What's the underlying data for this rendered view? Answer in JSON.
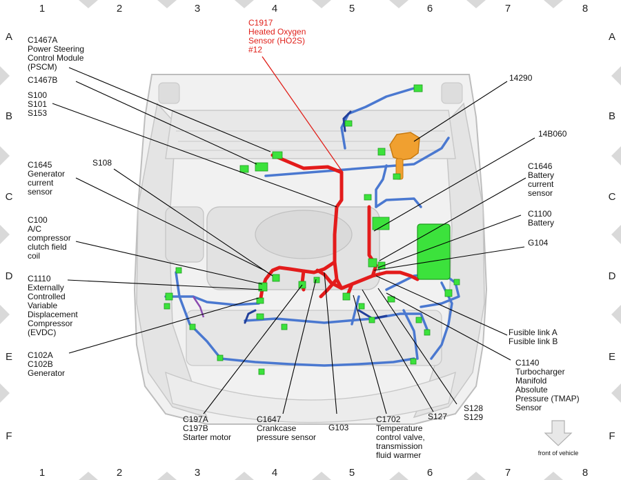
{
  "grid": {
    "columns": [
      "1",
      "2",
      "3",
      "4",
      "5",
      "6",
      "7",
      "8"
    ],
    "rows": [
      "A",
      "B",
      "C",
      "D",
      "E",
      "F"
    ]
  },
  "labels": {
    "c1917": [
      "C1917",
      "Heated Oxygen",
      "Sensor (HO2S)",
      "#12"
    ],
    "c1467a": [
      "C1467A",
      "Power Steering",
      "Control Module",
      "(PSCM)"
    ],
    "c1467b": [
      "C1467B"
    ],
    "s100": [
      "S100",
      "S101",
      "S153"
    ],
    "c1645": [
      "C1645",
      "Generator",
      "current",
      "sensor"
    ],
    "s108": [
      "S108"
    ],
    "c100": [
      "C100",
      "A/C",
      "compressor",
      "clutch field",
      "coil"
    ],
    "c1110": [
      "C1110",
      "Externally",
      "Controlled",
      "Variable",
      "Displacement",
      "Compressor",
      "(EVDC)"
    ],
    "c102": [
      "C102A",
      "C102B",
      "Generator"
    ],
    "c197": [
      "C197A",
      "C197B",
      "Starter motor"
    ],
    "c1647": [
      "C1647",
      "Crankcase",
      "pressure sensor"
    ],
    "g103": [
      "G103"
    ],
    "c1702": [
      "C1702",
      "Temperature",
      "control valve,",
      "transmission",
      "fluid warmer"
    ],
    "s127": [
      "S127"
    ],
    "s128": [
      "S128",
      "S129"
    ],
    "c1140": [
      "C1140",
      "Turbocharger",
      "Manifold",
      "Absolute",
      "Pressure (TMAP)",
      "Sensor"
    ],
    "fusible": [
      "Fusible link A",
      "Fusible link B"
    ],
    "g104": [
      "G104"
    ],
    "c1100": [
      "C1100",
      "Battery"
    ],
    "c1646": [
      "C1646",
      "Battery",
      "current",
      "sensor"
    ],
    "p14b060": [
      "14B060"
    ],
    "p14290": [
      "14290"
    ],
    "front": [
      "front of vehicle"
    ]
  },
  "colors": {
    "harness_main": "#e31b1b",
    "harness_secondary": "#4a78d0",
    "connector": "#3ce23c",
    "sensor_orange": "#f0a030",
    "leader_red": "#e0201a",
    "grid_diamond": "#d9d9d9"
  }
}
